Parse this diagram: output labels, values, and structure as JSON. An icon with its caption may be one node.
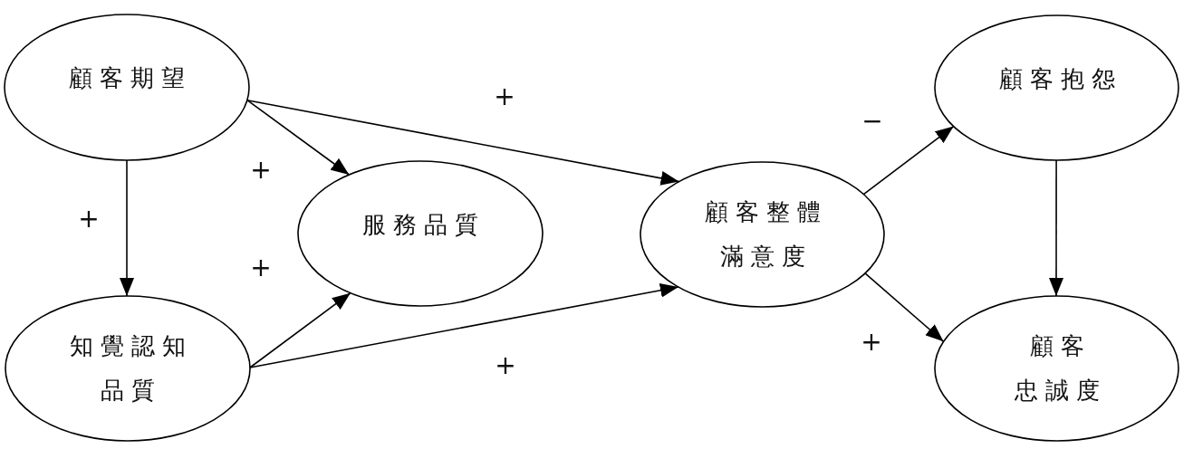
{
  "diagram": {
    "nodes": [
      {
        "text": [
          "顧客期望"
        ]
      },
      {
        "text": [
          "知覺認知品質"
        ]
      },
      {
        "text": [
          "服務品質"
        ]
      },
      {
        "text": [
          "顧客整體滿意度"
        ]
      },
      {
        "text": [
          "顧客抱怨"
        ]
      },
      {
        "text": [
          "顧客忠誠度"
        ]
      }
    ],
    "edges": [
      {
        "from": 0,
        "to": 1,
        "arrow": "to",
        "label": "+"
      },
      {
        "from": 0,
        "to": 2,
        "arrow": "to",
        "label": "+"
      },
      {
        "from": 0,
        "to": 3,
        "arrow": "to",
        "label": "+"
      },
      {
        "from": 1,
        "to": 2,
        "arrow": "to",
        "label": "+"
      },
      {
        "from": 1,
        "to": 3,
        "arrow": "to",
        "label": "+"
      },
      {
        "from": 3,
        "to": 4,
        "arrow": "to",
        "label": "−"
      },
      {
        "from": 3,
        "to": 5,
        "arrow": "to",
        "label": "+"
      },
      {
        "from": 4,
        "to": 5,
        "arrow": "to"
      }
    ]
  }
}
